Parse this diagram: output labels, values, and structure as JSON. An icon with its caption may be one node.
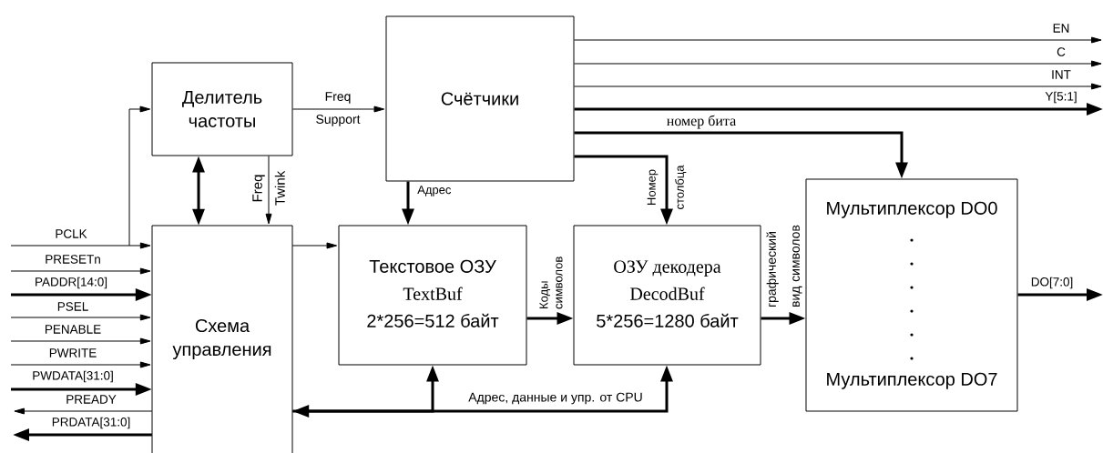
{
  "diagram": {
    "nodes": [
      {
        "text": [
          "Делитель частоты"
        ]
      },
      {
        "text": [
          "Счётчики"
        ]
      },
      {
        "text": [
          "Схема управления"
        ]
      },
      {
        "text": [
          "Текстовое ОЗУ",
          "TextBuf",
          "2*256=512 байт"
        ]
      },
      {
        "text": [
          "ОЗУ декодера",
          "DecodBuf",
          "5*256=1280 байт"
        ]
      },
      {
        "text": [
          "Мультиплексор DO0",
          "Мультиплексор DO7"
        ]
      }
    ],
    "edges": [
      {
        "from": null,
        "to": 2,
        "arrow": "to",
        "label": "PCLK"
      },
      {
        "from": null,
        "to": 0,
        "arrow": "to"
      },
      {
        "from": null,
        "to": 2,
        "arrow": "to",
        "label": "PRESETn"
      },
      {
        "from": null,
        "to": 2,
        "arrow": "to",
        "label": "PADDR[14:0]",
        "style": "thick"
      },
      {
        "from": null,
        "to": 2,
        "arrow": "to",
        "label": "PSEL"
      },
      {
        "from": null,
        "to": 2,
        "arrow": "to",
        "label": "PENABLE"
      },
      {
        "from": null,
        "to": 2,
        "arrow": "to",
        "label": "PWRITE"
      },
      {
        "from": null,
        "to": 2,
        "arrow": "to",
        "label": "PWDATA[31:0]",
        "style": "thick"
      },
      {
        "from": 2,
        "to": null,
        "arrow": "to",
        "label": "PREADY"
      },
      {
        "from": 2,
        "to": null,
        "arrow": "to",
        "label": "PRDATA[31:0]",
        "style": "thick"
      },
      {
        "from": 0,
        "to": 1,
        "arrow": "to",
        "label": "Freq Support"
      },
      {
        "from": 0,
        "to": 2,
        "arrow": "both",
        "style": "thick"
      },
      {
        "from": 0,
        "to": 2,
        "arrow": "to",
        "label": "Freq Twink"
      },
      {
        "from": 1,
        "to": 3,
        "arrow": "to",
        "label": "Адрес",
        "style": "thick"
      },
      {
        "from": 1,
        "to": 4,
        "arrow": "to",
        "label": "Номер столбца",
        "style": "thick"
      },
      {
        "from": 1,
        "to": 5,
        "arrow": "to",
        "label": "номер бита",
        "style": "thick"
      },
      {
        "from": 1,
        "to": null,
        "arrow": "to",
        "label": "EN"
      },
      {
        "from": 1,
        "to": null,
        "arrow": "to",
        "label": "C"
      },
      {
        "from": 1,
        "to": null,
        "arrow": "to",
        "label": "INT"
      },
      {
        "from": 1,
        "to": null,
        "arrow": "to",
        "label": "Y[5:1]",
        "style": "thick"
      },
      {
        "from": 2,
        "to": 3,
        "arrow": "to"
      },
      {
        "from": 3,
        "to": 4,
        "arrow": "to",
        "label": "Коды символов",
        "style": "thick"
      },
      {
        "from": 4,
        "to": 5,
        "arrow": "to",
        "label": "графический вид символов",
        "style": "thick"
      },
      {
        "from": 5,
        "to": null,
        "arrow": "to",
        "label": "DO[7:0]",
        "style": "thick"
      },
      {
        "from": 2,
        "to": 4,
        "arrow": "both",
        "label": "Адрес, данные и упр. от CPU",
        "style": "thick"
      },
      {
        "from": 2,
        "to": 3,
        "arrow": "to",
        "style": "thick"
      }
    ]
  }
}
